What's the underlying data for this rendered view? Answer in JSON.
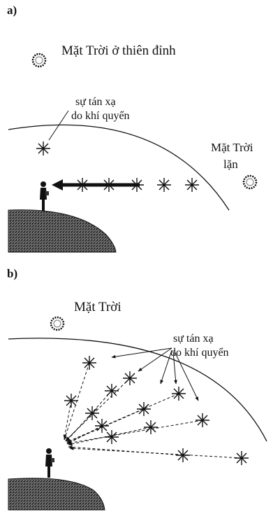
{
  "panel_a": {
    "label": "a)",
    "sun_zenith_label": "Mặt Trời ở thiên đỉnh",
    "scatter_label_line1": "sự tán xạ",
    "scatter_label_line2": "do khí quyển",
    "sunset_label_line1": "Mặt Trời",
    "sunset_label_line2": "lặn"
  },
  "panel_b": {
    "label": "b)",
    "sun_label": "Mặt Trời",
    "scatter_label_line1": "sự tán xạ",
    "scatter_label_line2": "do khí quyển"
  },
  "colors": {
    "ink": "#111111",
    "background": "#ffffff"
  }
}
